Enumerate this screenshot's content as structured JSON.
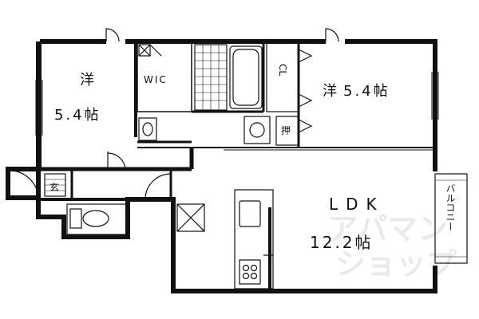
{
  "rooms": {
    "west_bedroom": {
      "name": "洋",
      "size": "5.4帖"
    },
    "walk_in_closet": "WIC",
    "closet": "CL",
    "east_bedroom": {
      "name": "洋",
      "size": "5.4帖"
    },
    "storage": "押",
    "entrance": "玄",
    "ldk": {
      "name": "LDK",
      "size": "12.2帖"
    },
    "balcony": "バルコニー"
  },
  "watermark": {
    "line1": "アパマン",
    "line2": "ショップ"
  }
}
